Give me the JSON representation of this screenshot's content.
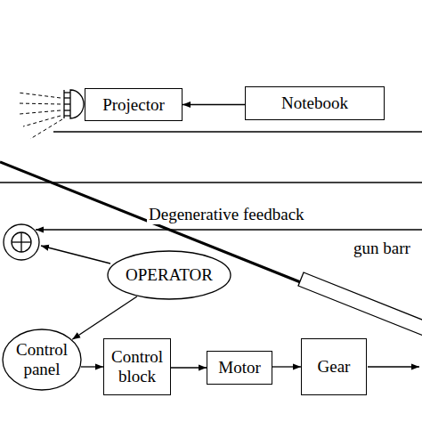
{
  "diagram": {
    "nodes": [
      {
        "text": [
          "Projector"
        ]
      },
      {
        "text": [
          "Notebook"
        ]
      },
      {
        "text": [
          "OPERATOR"
        ]
      },
      {
        "text": [
          "Control panel"
        ]
      },
      {
        "text": [
          "Control block"
        ]
      },
      {
        "text": [
          "Motor"
        ]
      },
      {
        "text": [
          "Gear"
        ]
      }
    ],
    "edges": [
      {
        "from": 1,
        "to": 0,
        "arrow": "to"
      },
      {
        "from": 2,
        "to": 3,
        "arrow": "to"
      },
      {
        "from": 3,
        "to": 4,
        "arrow": "to"
      },
      {
        "from": 4,
        "to": 5,
        "arrow": "to"
      },
      {
        "from": 5,
        "to": 6,
        "arrow": "to"
      }
    ],
    "labels": [
      "Degenerative feedback",
      "gun barr"
    ]
  }
}
